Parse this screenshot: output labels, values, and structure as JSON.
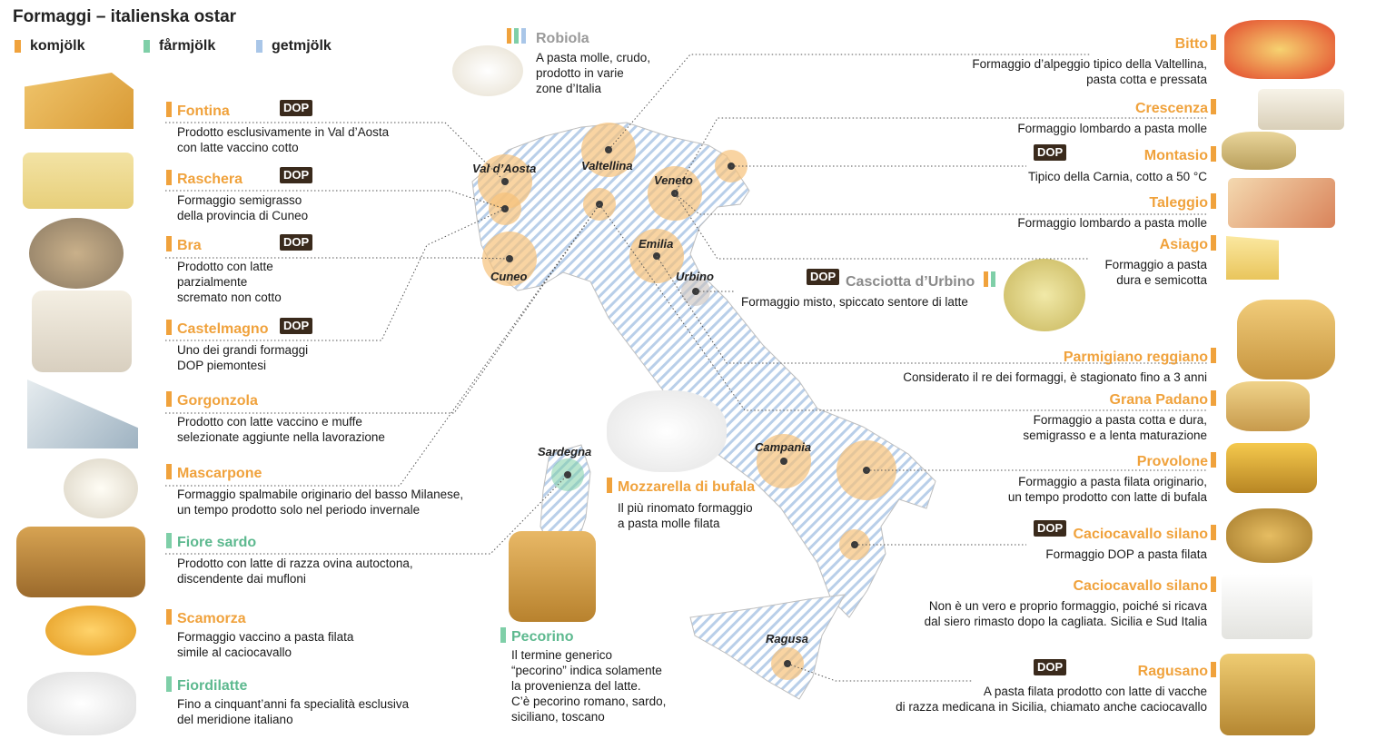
{
  "title": "Formaggi  – italienska ostar",
  "legend": [
    {
      "label": "komjölk",
      "color": "#f0a23c"
    },
    {
      "label": "fårmjölk",
      "color": "#7fcfa8"
    },
    {
      "label": "getmjölk",
      "color": "#a9c6e8"
    }
  ],
  "colors": {
    "accent": "#f0a23c",
    "sheep": "#7fcfa8",
    "goat": "#a9c6e8",
    "dop_bg": "#3a2a1c",
    "map_stripe": "#a9c6e8"
  },
  "dop_label": "DOP",
  "left_cheeses": [
    {
      "name": "Fontina",
      "desc": [
        "Prodotto esclusivamente in Val d’Aosta",
        "con latte vaccino cotto"
      ]
    },
    {
      "name": "Raschera",
      "desc": [
        "Formaggio semigrasso",
        "della provincia di Cuneo"
      ]
    },
    {
      "name": "Bra",
      "desc": [
        "Prodotto con latte",
        "parzialmente",
        "scremato non cotto"
      ]
    },
    {
      "name": "Castelmagno",
      "desc": [
        "Uno dei grandi formaggi",
        "DOP piemontesi"
      ]
    },
    {
      "name": "Gorgonzola",
      "desc": [
        "Prodotto con latte vaccino e muffe",
        "selezionate aggiunte nella lavorazione"
      ]
    },
    {
      "name": "Mascarpone",
      "desc": [
        "Formaggio spalmabile originario del basso Milanese,",
        "un tempo prodotto solo nel periodo invernale"
      ]
    },
    {
      "name": "Fiore sardo",
      "desc": [
        "Prodotto con latte di razza ovina autoctona,",
        "discendente dai mufloni"
      ]
    },
    {
      "name": "Scamorza",
      "desc": [
        "Formaggio vaccino a pasta filata",
        "simile al caciocavallo"
      ]
    },
    {
      "name": "Fiordilatte",
      "desc": [
        "Fino a cinquant’anni fa specialità esclusiva",
        "del meridione italiano"
      ]
    }
  ],
  "center_cheeses": [
    {
      "name": "Robiola",
      "desc": [
        "A pasta molle, crudo,",
        "prodotto in varie",
        "zone d’Italia"
      ]
    },
    {
      "name": "Mozzarella di bufala",
      "desc": [
        "Il più rinomato formaggio",
        "a pasta molle filata"
      ]
    },
    {
      "name": "Pecorino",
      "desc": [
        "Il termine generico",
        "“pecorino” indica solamente",
        "la provenienza del latte.",
        "C’è pecorino romano,  sardo,",
        "siciliano, toscano"
      ]
    },
    {
      "name": "Casciotta d’Urbino",
      "desc": [
        "Formaggio misto, spiccato sentore di latte"
      ]
    }
  ],
  "right_cheeses": [
    {
      "name": "Bitto",
      "desc": [
        "Formaggio d’alpeggio tipico della Valtellina,",
        "pasta cotta e pressata"
      ]
    },
    {
      "name": "Crescenza",
      "desc": [
        "Formaggio lombardo a pasta molle"
      ]
    },
    {
      "name": "Montasio",
      "desc": [
        "Tipico della Carnia, cotto a 50 °C"
      ]
    },
    {
      "name": "Taleggio",
      "desc": [
        "Formaggio lombardo a pasta molle"
      ]
    },
    {
      "name": "Asiago",
      "desc": [
        "Formaggio a pasta",
        "dura e semicotta"
      ]
    },
    {
      "name": "Parmigiano reggiano",
      "desc": [
        "Considerato il re dei formaggi, è stagionato fino a 3 anni"
      ]
    },
    {
      "name": "Grana Padano",
      "desc": [
        "Formaggio a pasta cotta e dura,",
        "semigrasso e a lenta maturazione"
      ]
    },
    {
      "name": "Provolone",
      "desc": [
        "Formaggio a pasta filata originario,",
        "un tempo prodotto con latte di bufala"
      ]
    },
    {
      "name": "Caciocavallo silano",
      "desc": [
        "Formaggio DOP a pasta filata"
      ]
    },
    {
      "name": "Caciocavallo silano",
      "desc": [
        "Non è un vero e proprio formaggio, poiché si ricava",
        "dal siero rimasto dopo la cagliata. Sicilia e Sud Italia"
      ]
    },
    {
      "name": "Ragusano",
      "desc": [
        "A pasta filata prodotto con latte di vacche",
        "di razza medicana in Sicilia, chiamato anche caciocavallo"
      ]
    }
  ],
  "regions": [
    "Val d’Aosta",
    "Valtellina",
    "Veneto",
    "Cuneo",
    "Emilia",
    "Urbino",
    "Sardegna",
    "Campania",
    "Ragusa"
  ]
}
